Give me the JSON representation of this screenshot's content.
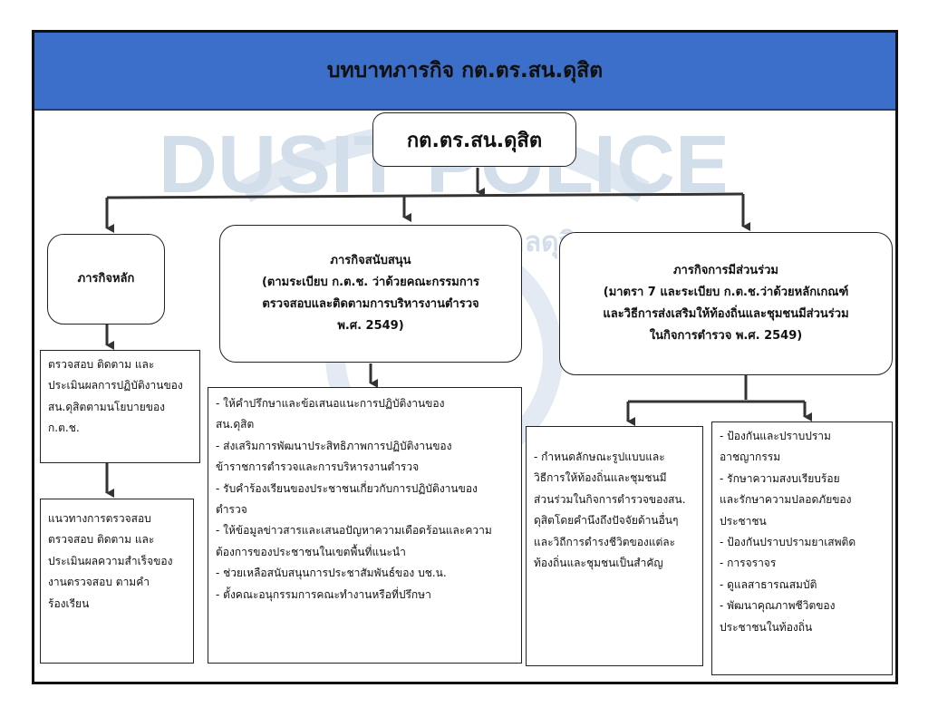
{
  "title": "บทบาทภารกิจ กต.ตร.สน.ดุสิต",
  "root": "กต.ตร.สน.ดุสิต",
  "watermark": {
    "top": "DUSIT POLICE",
    "arc": "สถานีตำรวจนครบาลดุสิต"
  },
  "colors": {
    "header": "#3b6fc9",
    "line": "#333333",
    "watermark": "#c8d6e6"
  },
  "branches": {
    "main": {
      "title": "ภารกิจหลัก",
      "box1": [
        "ตรวจสอบ ติดตาม และ",
        "ประเมินผลการปฏิบัติงานของ",
        "สน.ดุสิตตามนโยบายของ",
        "ก.ต.ช."
      ],
      "box2": [
        "แนวทางการตรวจสอบ",
        "ตรวจสอบ ติดตาม และ",
        "ประเมินผลความสำเร็จของ",
        "งานตรวจสอบ ตามคำ",
        "ร้องเรียน"
      ]
    },
    "support": {
      "title": [
        "ภารกิจสนับสนุน",
        "(ตามระเบียบ ก.ต.ช. ว่าด้วยคณะกรรมการ",
        "ตรวจสอบและติดตามการบริหารงานตำรวจ",
        "พ.ศ. 2549)"
      ],
      "items": [
        "- ให้คำปรึกษาและข้อเสนอแนะการปฏิบัติงานของ",
        "สน.ดุสิต",
        "- ส่งเสริมการพัฒนาประสิทธิภาพการปฏิบัติงานของ",
        "ข้าราชการตำรวจและการบริหารงานตำรวจ",
        "- รับคำร้องเรียนของประชาชนเกี่ยวกับการปฏิบัติงานของ",
        "ตำรวจ",
        "- ให้ข้อมูลข่าวสารและเสนอปัญหาความเดือดร้อนและความ",
        "ต้องการของประชาชนในเขตพื้นที่แนะนำ",
        "- ช่วยเหลือสนับสนุนการประชาสัมพันธ์ของ บช.น.",
        "- ตั้งคณะอนุกรรมการคณะทำงานหรือที่ปรึกษา"
      ]
    },
    "participation": {
      "title": [
        "ภารกิจการมีส่วนร่วม",
        "(มาตรา 7 และระเบียบ ก.ต.ช.ว่าด้วยหลักเกณฑ์",
        "และวิธีการส่งเสริมให้ท้องถิ่นและชุมชนมีส่วนร่วม",
        "ในกิจการตำรวจ พ.ศ. 2549)"
      ],
      "left": [
        "- กำหนดลักษณะรูปแบบและ",
        "วิธีการให้ท้องถิ่นและชุมชนมี",
        "ส่วนร่วมในกิจการตำรวจของสน.",
        "ดุสิตโดยคำนึงถึงปัจจัยด้านอื่นๆ",
        "และวิถีการดำรงชีวิตของแต่ละ",
        "ท้องถิ่นและชุมชนเป็นสำคัญ"
      ],
      "right": [
        "- ป้องกันและปราบปราม",
        "อาชญากรรม",
        "- รักษาความสงบเรียบร้อย",
        "และรักษาความปลอดภัยของ",
        "ประชาชน",
        "- ป้องกันปราบปรามยาเสพติด",
        "- การจราจร",
        "- ดูแลสาธารณสมบัติ",
        "- พัฒนาคุณภาพชีวิตของ",
        "ประชาชนในท้องถิ่น"
      ]
    }
  }
}
